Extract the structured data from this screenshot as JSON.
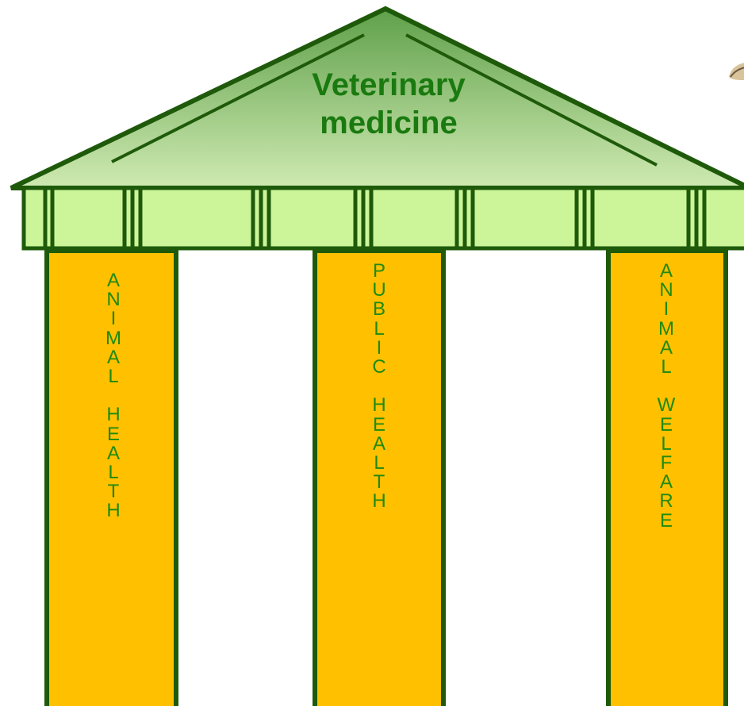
{
  "roof": {
    "title_line1": "Veterinary",
    "title_line2": "medicine"
  },
  "pillars": [
    {
      "label": "ANIMAL HEALTH",
      "stacked": "A\nN\nI\nM\nA\nL\n\nH\nE\nA\nL\nT\nH"
    },
    {
      "label": "PUBLIC HEALTH",
      "stacked": "P\nU\nB\nL\nI\nC\n\nH\nE\nA\nL\nT\nH"
    },
    {
      "label": "ANIMAL WELFARE",
      "stacked": "A\nN\nI\nM\nA\nL\n\nW\nE\nL\nF\nA\nR\nE"
    }
  ],
  "colors": {
    "outline": "#1e5a0a",
    "roof_top": "#5fa04a",
    "roof_bottom": "#c6e6a8",
    "frieze": "#ccf59a",
    "pillar": "#ffc000",
    "text": "#1f8a12"
  }
}
